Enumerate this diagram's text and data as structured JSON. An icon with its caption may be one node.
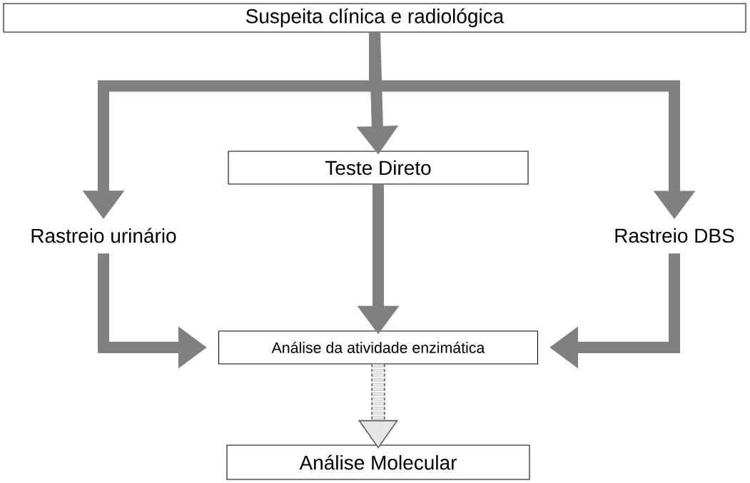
{
  "diagram": {
    "nodes": [
      {
        "text": [
          "Suspeita clínica e radiológica"
        ]
      },
      {
        "text": [
          "Teste Direto"
        ]
      },
      {
        "text": [
          "Rastreio urinário"
        ]
      },
      {
        "text": [
          "Rastreio DBS"
        ]
      },
      {
        "text": [
          "Análise da atividade enzimática"
        ]
      },
      {
        "text": [
          "Análise Molecular"
        ]
      }
    ],
    "edges": [
      {
        "from": 0,
        "to": 1,
        "arrow": "to"
      },
      {
        "from": 0,
        "to": 2,
        "arrow": "to"
      },
      {
        "from": 0,
        "to": 3,
        "arrow": "to"
      },
      {
        "from": 1,
        "to": 4,
        "arrow": "to"
      },
      {
        "from": 2,
        "to": 4,
        "arrow": "to"
      },
      {
        "from": 3,
        "to": 4,
        "arrow": "to"
      },
      {
        "from": 4,
        "to": 5,
        "arrow": "to",
        "style": "dashed",
        "color": "#595959"
      }
    ]
  }
}
